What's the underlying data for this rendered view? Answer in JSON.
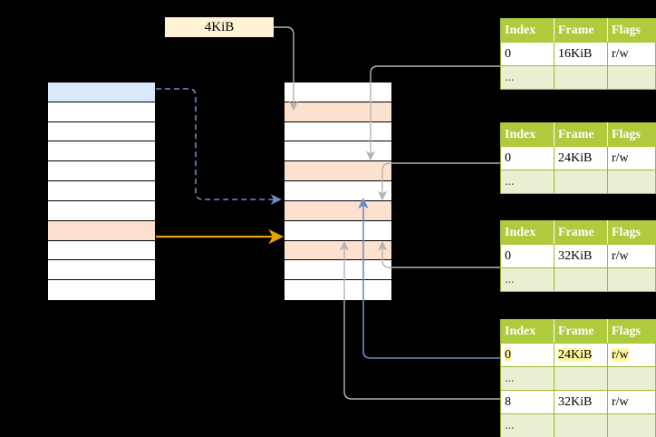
{
  "diagram": {
    "title_label": "4KiB",
    "colors": {
      "header_green": "#AECB3D",
      "ellipsis_green": "#E9EFD1",
      "highlight_yellow": "#FFF6A0",
      "row_blue": "#DAE8FC",
      "row_peach": "#FCE2CE",
      "label_cream": "#FFF3D4",
      "arrow_orange": "#E8A200",
      "arrow_blue": "#6C8EBF",
      "arrow_gray": "#B3B3B3"
    }
  },
  "virtual_memory": {
    "name": "virtual-address-space",
    "row_count": 11,
    "rows": [
      {
        "index": 0,
        "fill": "blue"
      },
      {
        "index": 1,
        "fill": "white"
      },
      {
        "index": 2,
        "fill": "white"
      },
      {
        "index": 3,
        "fill": "white"
      },
      {
        "index": 4,
        "fill": "white"
      },
      {
        "index": 5,
        "fill": "white"
      },
      {
        "index": 6,
        "fill": "white"
      },
      {
        "index": 7,
        "fill": "peach"
      },
      {
        "index": 8,
        "fill": "white"
      },
      {
        "index": 9,
        "fill": "white"
      },
      {
        "index": 10,
        "fill": "white"
      }
    ]
  },
  "physical_memory": {
    "name": "physical-memory",
    "row_count": 11,
    "rows": [
      {
        "index": 0,
        "fill": "white"
      },
      {
        "index": 1,
        "fill": "peach"
      },
      {
        "index": 2,
        "fill": "white"
      },
      {
        "index": 3,
        "fill": "white"
      },
      {
        "index": 4,
        "fill": "peach"
      },
      {
        "index": 5,
        "fill": "white"
      },
      {
        "index": 6,
        "fill": "peach"
      },
      {
        "index": 7,
        "fill": "white"
      },
      {
        "index": 8,
        "fill": "peach"
      },
      {
        "index": 9,
        "fill": "white"
      },
      {
        "index": 10,
        "fill": "white"
      }
    ]
  },
  "page_tables": [
    {
      "name": "page-table-1",
      "columns": [
        "Index",
        "Frame",
        "Flags"
      ],
      "rows": [
        {
          "kind": "data",
          "cells": [
            "0",
            "16KiB",
            "r/w"
          ],
          "highlight": false
        },
        {
          "kind": "ellipsis",
          "cells": [
            "...",
            "",
            ""
          ],
          "highlight": false
        }
      ]
    },
    {
      "name": "page-table-2",
      "columns": [
        "Index",
        "Frame",
        "Flags"
      ],
      "rows": [
        {
          "kind": "data",
          "cells": [
            "0",
            "24KiB",
            "r/w"
          ],
          "highlight": false
        },
        {
          "kind": "ellipsis",
          "cells": [
            "...",
            "",
            ""
          ],
          "highlight": false
        }
      ]
    },
    {
      "name": "page-table-3",
      "columns": [
        "Index",
        "Frame",
        "Flags"
      ],
      "rows": [
        {
          "kind": "data",
          "cells": [
            "0",
            "32KiB",
            "r/w"
          ],
          "highlight": false
        },
        {
          "kind": "ellipsis",
          "cells": [
            "...",
            "",
            ""
          ],
          "highlight": false
        }
      ]
    },
    {
      "name": "page-table-4",
      "columns": [
        "Index",
        "Frame",
        "Flags"
      ],
      "rows": [
        {
          "kind": "data",
          "cells": [
            "0",
            "24KiB",
            "r/w"
          ],
          "highlight": true
        },
        {
          "kind": "ellipsis",
          "cells": [
            "...",
            "",
            ""
          ],
          "highlight": false
        },
        {
          "kind": "data",
          "cells": [
            "8",
            "32KiB",
            "r/w"
          ],
          "highlight": false
        },
        {
          "kind": "ellipsis",
          "cells": [
            "...",
            "",
            ""
          ],
          "highlight": false
        }
      ]
    }
  ]
}
